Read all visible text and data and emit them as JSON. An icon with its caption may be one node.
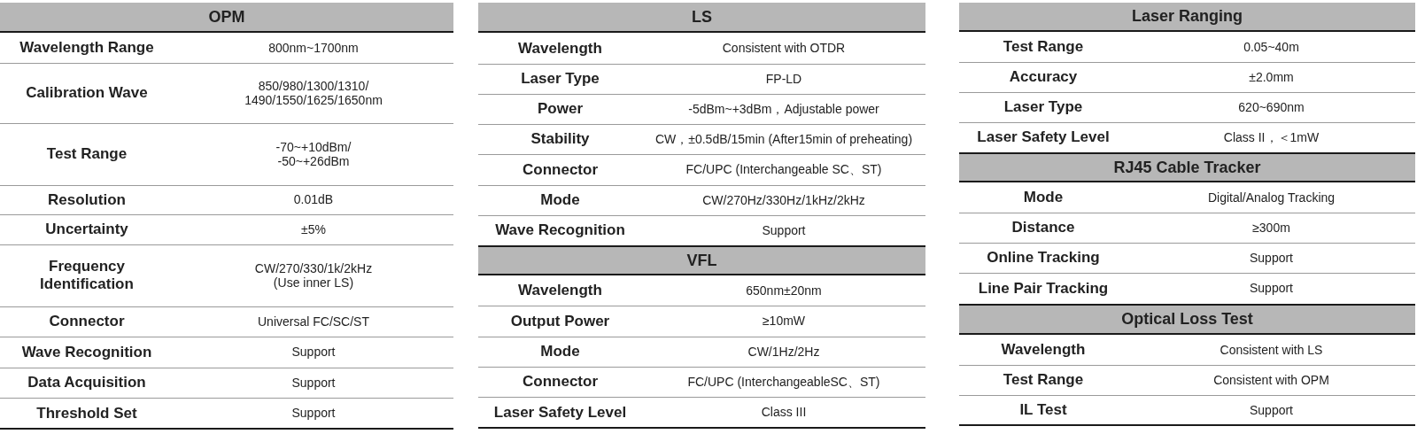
{
  "diagram": {
    "nodes": [
      {
        "text": [
          "OPM"
        ]
      },
      {
        "text": [
          "LS"
        ]
      },
      {
        "text": [
          "VFL"
        ]
      },
      {
        "text": [
          "Laser Ranging"
        ]
      },
      {
        "text": [
          "RJ45 Cable Tracker"
        ]
      },
      {
        "text": [
          "Optical Loss Test"
        ]
      }
    ],
    "labels": [
      "Wavelength Range",
      "800nm~1700nm",
      "Calibration Wave",
      "850/980/1300/1310/ 1490/1550/1625/1650nm",
      "Test Range",
      "-70~+10dBm/ -50~+26dBm",
      "Resolution",
      "0.01dB",
      "Uncertainty",
      "±5%",
      "Frequency Identification",
      "CW/270/330/1k/2kHz (Use inner LS)",
      "Connector",
      "Universal FC/SC/ST",
      "Wave Recognition",
      "Support",
      "Data Acquisition",
      "Support",
      "Threshold Set",
      "Support",
      "Wavelength",
      "Consistent with OTDR",
      "Laser Type",
      "FP-LD",
      "Power",
      "-5dBm~+3dBm，Adjustable power",
      "Stability",
      "CW，±0.5dB/15min (After15min of preheating)",
      "Connector",
      "FC/UPC (Interchangeable SC、ST)",
      "Mode",
      "CW/270Hz/330Hz/1kHz/2kHz",
      "Wave Recognition",
      "Support",
      "Wavelength",
      "650nm±20nm",
      "Output Power",
      "≥10mW",
      "Mode",
      "CW/1Hz/2Hz",
      "Connector",
      "FC/UPC (InterchangeableSC、ST)",
      "Laser Safety Level",
      "Class III",
      "Test Range",
      "0.05~40m",
      "Accuracy",
      "±2.0mm",
      "Laser Type",
      "620~690nm",
      "Laser Safety Level",
      "Class II，＜1mW",
      "Mode",
      "Digital/Analog Tracking",
      "Distance",
      "≥300m",
      "Online Tracking",
      "Support",
      "Line Pair Tracking",
      "Support",
      "Wavelength",
      "Consistent with LS",
      "Test Range",
      "Consistent with OPM",
      "IL Test",
      "Support"
    ]
  }
}
